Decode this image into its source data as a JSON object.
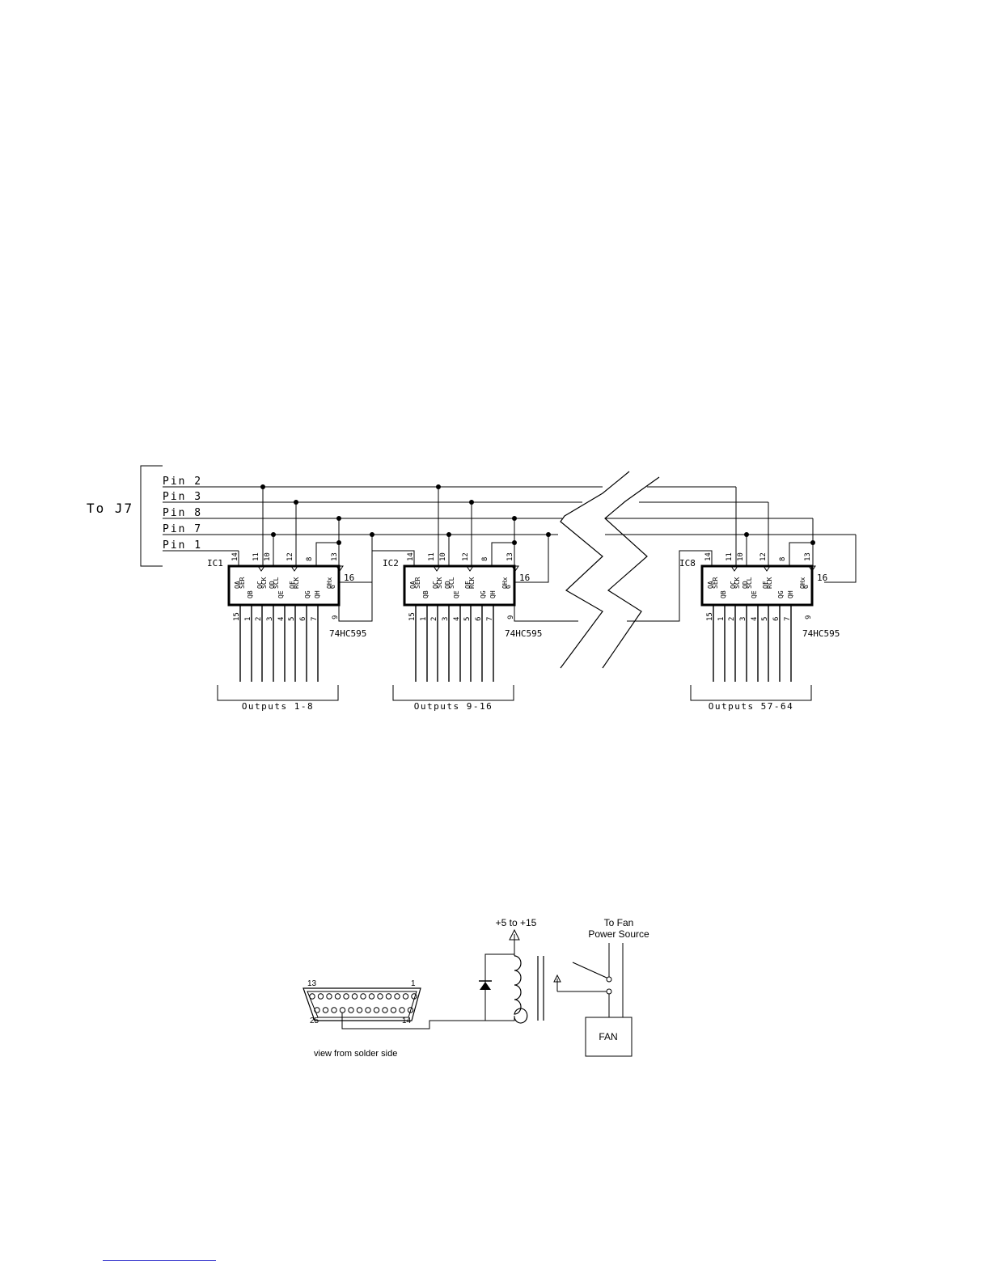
{
  "colors": {
    "ink": "#000000",
    "background": "#ffffff",
    "footnote_rule": "#3333cc"
  },
  "shift_register_diagram": {
    "connector_label": "To J7",
    "pin_lines": [
      "Pin 2",
      "Pin 3",
      "Pin 8",
      "Pin 7",
      "Pin 1"
    ],
    "chips": [
      {
        "ref": "IC1",
        "part": "74HC595",
        "outputs_label": "Outputs 1-8",
        "top_pin_numbers": [
          "14",
          "11",
          "10",
          "12",
          "8",
          "13"
        ],
        "top_pin_names": [
          "QA",
          "SER",
          "QC",
          "SCK",
          "QD",
          "SCL",
          "QF",
          "RCK",
          "QHx",
          "G"
        ],
        "bottom_pin_names": [
          "QB",
          "QE",
          "QG",
          "QH"
        ],
        "bottom_pin_numbers": [
          "15",
          "1",
          "2",
          "3",
          "4",
          "5",
          "6",
          "7",
          "9"
        ],
        "right_pin": "16"
      },
      {
        "ref": "IC2",
        "part": "74HC595",
        "outputs_label": "Outputs 9-16",
        "top_pin_numbers": [
          "14",
          "11",
          "10",
          "12",
          "8",
          "13"
        ],
        "top_pin_names": [
          "QA",
          "SER",
          "QC",
          "SCK",
          "QD",
          "SCL",
          "QF",
          "RCK",
          "QHx",
          "G"
        ],
        "bottom_pin_names": [
          "QB",
          "QE",
          "QG",
          "QH"
        ],
        "bottom_pin_numbers": [
          "15",
          "1",
          "2",
          "3",
          "4",
          "5",
          "6",
          "7",
          "9"
        ],
        "right_pin": "16"
      },
      {
        "ref": "IC8",
        "part": "74HC595",
        "outputs_label": "Outputs 57-64",
        "top_pin_numbers": [
          "14",
          "11",
          "10",
          "12",
          "8",
          "13"
        ],
        "top_pin_names": [
          "QA",
          "SER",
          "QC",
          "SCK",
          "QD",
          "SCL",
          "QF",
          "RCK",
          "QHx",
          "G"
        ],
        "bottom_pin_names": [
          "QB",
          "QE",
          "QG",
          "QH"
        ],
        "bottom_pin_numbers": [
          "15",
          "1",
          "2",
          "3",
          "4",
          "5",
          "6",
          "7",
          "9"
        ],
        "right_pin": "16"
      }
    ]
  },
  "relay_diagram": {
    "supply_label": "+5 to +15",
    "fan_source_label_1": "To Fan",
    "fan_source_label_2": "Power Source",
    "connector_pin_13": "13",
    "connector_pin_1": "1",
    "connector_pin_25": "25",
    "connector_pin_14": "14",
    "view_note": "view from solder side",
    "fan_label": "FAN"
  }
}
